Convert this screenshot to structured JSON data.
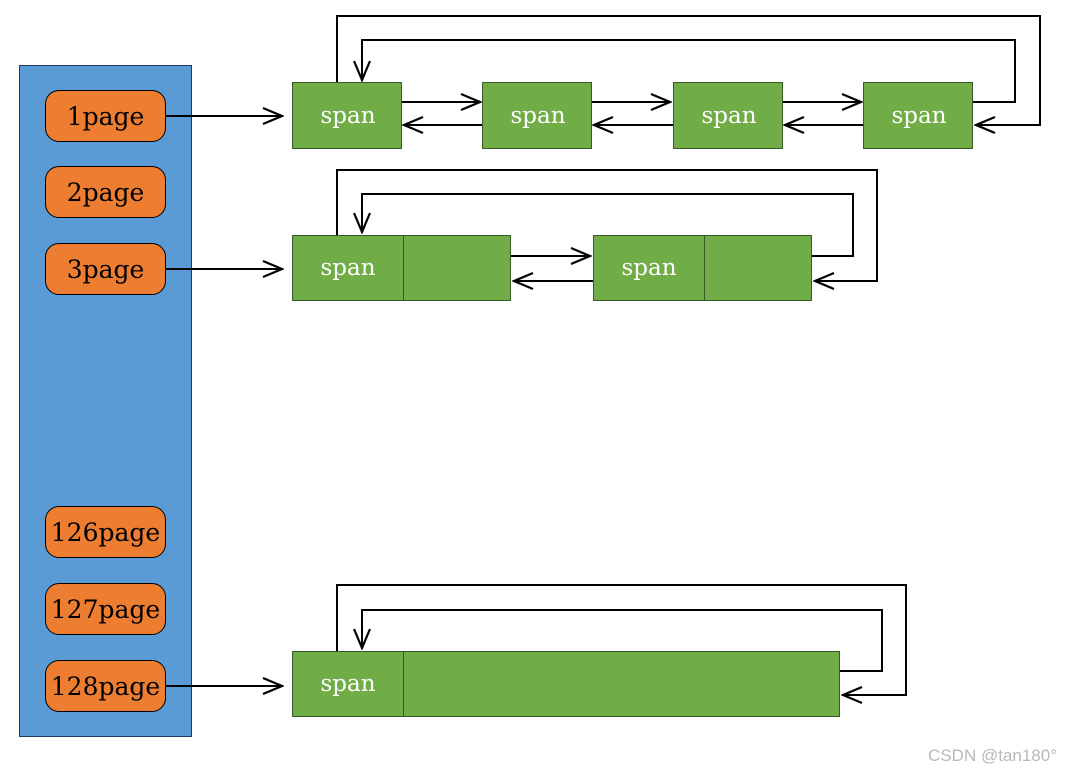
{
  "buckets": [
    {
      "label": "1page"
    },
    {
      "label": "2page"
    },
    {
      "label": "3page"
    },
    {
      "label": "126page"
    },
    {
      "label": "127page"
    },
    {
      "label": "128page"
    }
  ],
  "span_label": "span",
  "colors": {
    "panel": "#5b9bd5",
    "bucket": "#ed7d31",
    "span": "#70ad47",
    "line": "#000000"
  },
  "watermark": "CSDN @tan180°"
}
